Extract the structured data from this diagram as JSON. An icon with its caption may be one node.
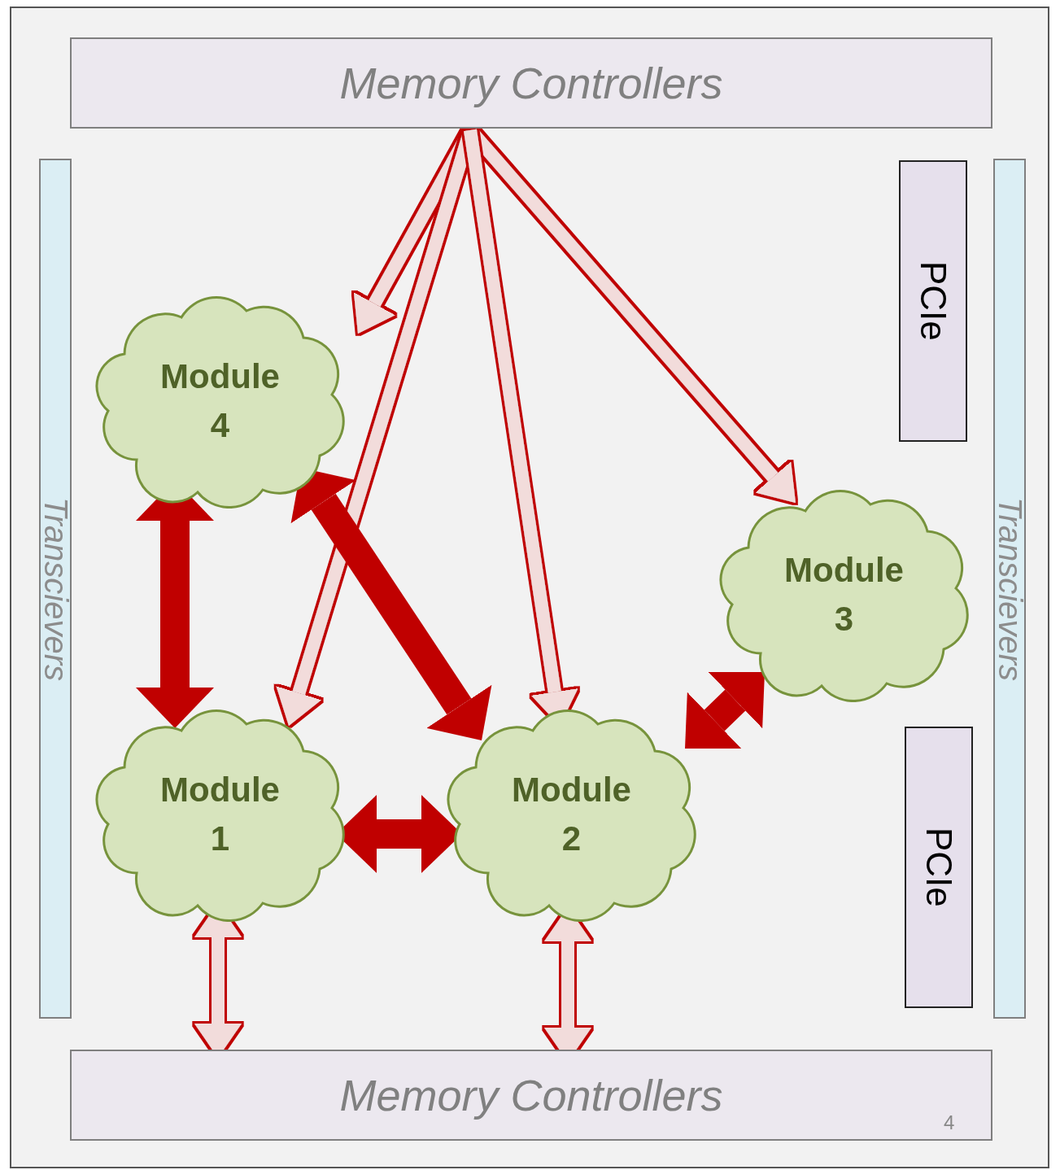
{
  "diagram": {
    "nodes": [
      {
        "text": [
          "Memory Controllers"
        ]
      },
      {
        "text": [
          "Transcievers"
        ]
      },
      {
        "text": [
          "PCIe"
        ]
      },
      {
        "text": [
          "Transcievers"
        ]
      },
      {
        "text": [
          "Module 4"
        ]
      },
      {
        "text": [
          "Module 3"
        ]
      },
      {
        "text": [
          "Module 1"
        ]
      },
      {
        "text": [
          "Module 2"
        ]
      },
      {
        "text": [
          "PCIe"
        ]
      },
      {
        "text": [
          "Memory Controllers"
        ]
      }
    ],
    "edges": [
      {
        "from": 0,
        "to": 4,
        "arrow": "to"
      },
      {
        "from": 0,
        "to": 5,
        "arrow": "to"
      },
      {
        "from": 0,
        "to": 6,
        "arrow": "to"
      },
      {
        "from": 0,
        "to": 7,
        "arrow": "to"
      },
      {
        "from": 4,
        "to": 6,
        "arrow": "both",
        "style": "thick",
        "color": "#c00000"
      },
      {
        "from": 4,
        "to": 7,
        "arrow": "both",
        "style": "thick",
        "color": "#c00000"
      },
      {
        "from": 6,
        "to": 7,
        "arrow": "both",
        "style": "thick",
        "color": "#c00000"
      },
      {
        "from": 7,
        "to": 5,
        "arrow": "both",
        "style": "thick",
        "color": "#c00000"
      },
      {
        "from": 6,
        "to": 9,
        "arrow": "both"
      },
      {
        "from": 7,
        "to": 9,
        "arrow": "both"
      }
    ],
    "labels": [
      "4"
    ]
  }
}
